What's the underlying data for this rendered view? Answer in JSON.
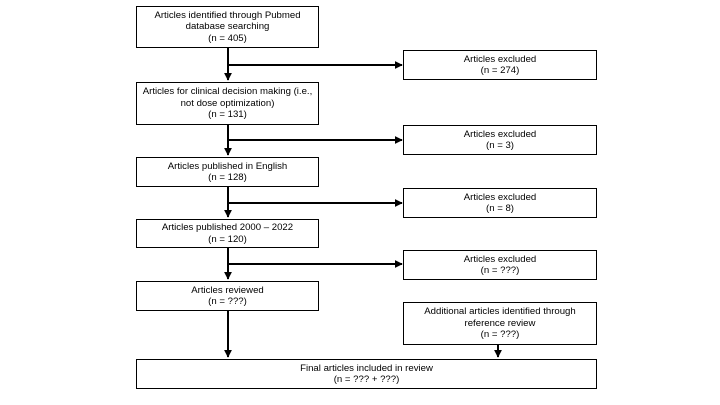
{
  "flowchart": {
    "main_column": [
      {
        "id": "identified",
        "lines": [
          "Articles identified through Pubmed",
          "database searching",
          "(n = 405)"
        ]
      },
      {
        "id": "clinical",
        "lines": [
          "Articles for clinical decision making (i.e.,",
          "not dose optimization)",
          "(n = 131)"
        ]
      },
      {
        "id": "english",
        "lines": [
          "Articles published in English",
          "(n = 128)"
        ]
      },
      {
        "id": "years",
        "lines": [
          "Articles published 2000 – 2022",
          "(n = 120)"
        ]
      },
      {
        "id": "reviewed",
        "lines": [
          "Articles reviewed",
          "(n = ???)"
        ]
      }
    ],
    "excluded": [
      {
        "id": "excluded-1",
        "lines": [
          "Articles excluded",
          "(n = 274)"
        ]
      },
      {
        "id": "excluded-2",
        "lines": [
          "Articles excluded",
          "(n = 3)"
        ]
      },
      {
        "id": "excluded-3",
        "lines": [
          "Articles excluded",
          "(n = 8)"
        ]
      },
      {
        "id": "excluded-4",
        "lines": [
          "Articles excluded",
          "(n = ???)"
        ]
      }
    ],
    "additional": {
      "id": "additional",
      "lines": [
        "Additional articles identified through",
        "reference review",
        "(n = ???)"
      ]
    },
    "final": {
      "id": "final",
      "lines": [
        "Final articles included in review",
        "(n = ??? + ???)"
      ]
    }
  }
}
